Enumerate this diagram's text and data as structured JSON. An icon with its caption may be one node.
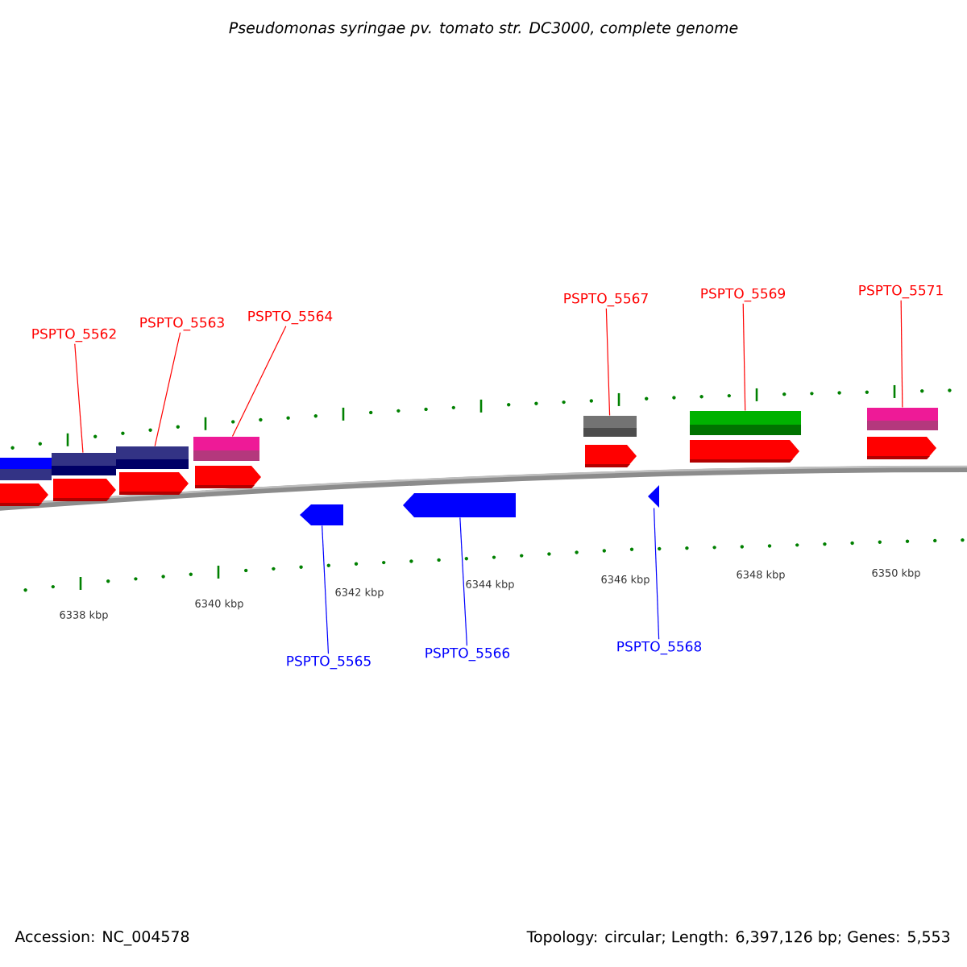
{
  "diagram": {
    "title": "Pseudomonas syringae pv. tomato str. DC3000, complete genome",
    "nodes": [
      {
        "text": [
          "PSPTO_5562"
        ]
      },
      {
        "text": [
          "PSPTO_5563"
        ]
      },
      {
        "text": [
          "PSPTO_5564"
        ]
      },
      {
        "text": [
          "PSPTO_5567"
        ]
      },
      {
        "text": [
          "PSPTO_5569"
        ]
      },
      {
        "text": [
          "PSPTO_5571"
        ]
      },
      {
        "text": [],
        "shape": "bar"
      },
      {
        "text": [],
        "shape": "bar"
      },
      {
        "text": [],
        "shape": "bar"
      },
      {
        "text": [],
        "shape": "bar"
      },
      {
        "text": [],
        "shape": "bar"
      },
      {
        "text": [],
        "shape": "bar"
      },
      {
        "text": [],
        "shape": "arrow"
      },
      {
        "text": [],
        "shape": "arrow"
      },
      {
        "text": [],
        "shape": "arrow"
      },
      {
        "text": [
          "PSPTO_5565"
        ]
      },
      {
        "text": [
          "PSPTO_5566"
        ]
      },
      {
        "text": [
          "PSPTO_5568"
        ]
      }
    ],
    "edges": [
      {
        "from": 0,
        "to": 6,
        "arrow": "none"
      },
      {
        "from": 1,
        "to": 7,
        "arrow": "none"
      },
      {
        "from": 2,
        "to": 8,
        "arrow": "none"
      },
      {
        "from": 3,
        "to": 9,
        "arrow": "none"
      },
      {
        "from": 4,
        "to": 10,
        "arrow": "none"
      },
      {
        "from": 5,
        "to": 11,
        "arrow": "none"
      },
      {
        "from": 15,
        "to": 12,
        "arrow": "none",
        "color": "#0000ff"
      },
      {
        "from": 16,
        "to": 13,
        "arrow": "none",
        "color": "#0000ff"
      },
      {
        "from": 17,
        "to": 14,
        "arrow": "none",
        "color": "#0000ff"
      }
    ],
    "labels": [
      "6338 kbp",
      "6340 kbp",
      "6342 kbp",
      "6344 kbp",
      "6346 kbp",
      "6348 kbp",
      "6350 kbp",
      "Accession: NC_004578",
      "Topology: circular; Length: 6,397,126 bp; Genes: 5,553"
    ]
  }
}
